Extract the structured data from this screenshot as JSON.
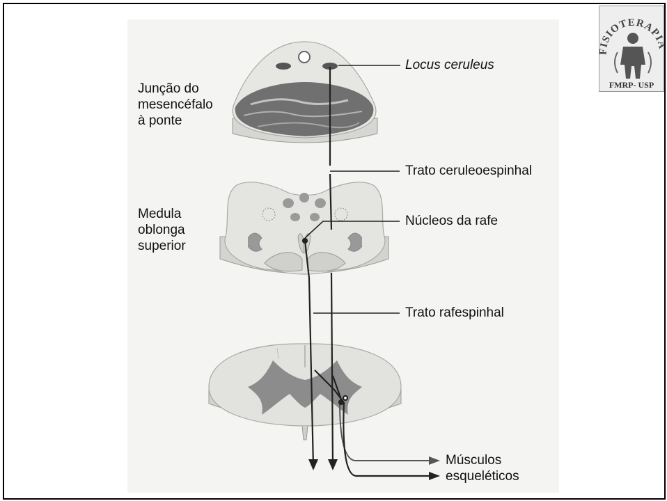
{
  "figure": {
    "labels": {
      "level_midbrain_pons": "Junção do\nmesencéfalo\nà ponte",
      "level_medulla": "Medula\noblonga\nsuperior",
      "locus_ceruleus": "Locus ceruleus",
      "ceruleospinal_tract": "Trato ceruleoespinhal",
      "raphe_nuclei": "Núcleos da rafe",
      "raphespinal_tract": "Trato rafespinhal",
      "skeletal_muscles": "Músculos\nesqueléticos"
    },
    "colors": {
      "section_fill": "#e3e3e0",
      "section_edge": "#c8c8c4",
      "tegmentum_fill": "#6e6e6e",
      "gray_matter": "#8e8e8e",
      "lines": "#222222"
    }
  },
  "logo": {
    "arc_text": "FISIOTERAPIA",
    "bottom_text": "FMRP- USP",
    "icon": "human-figure-icon"
  }
}
